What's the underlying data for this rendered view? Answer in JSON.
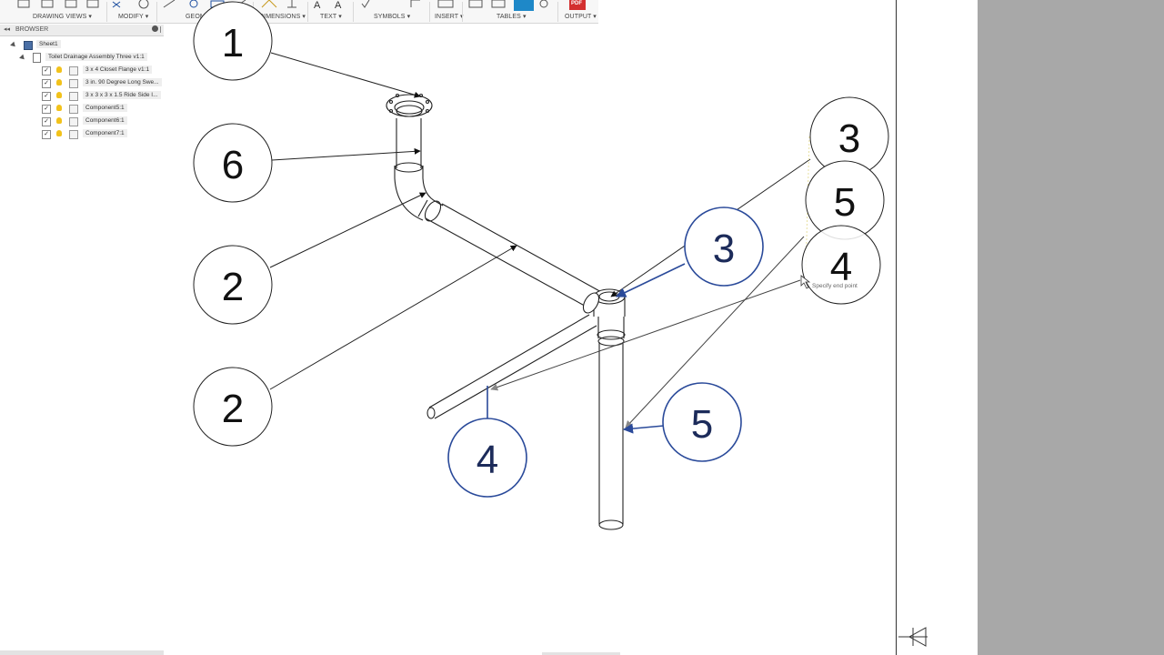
{
  "toolbar": {
    "groups": [
      {
        "label": "DRAWING VIEWS ▾"
      },
      {
        "label": "MODIFY ▾"
      },
      {
        "label": "GEOMETRY ▾"
      },
      {
        "label": "DIMENSIONS ▾"
      },
      {
        "label": "TEXT ▾"
      },
      {
        "label": "SYMBOLS ▾"
      },
      {
        "label": "INSERT ▾"
      },
      {
        "label": "TABLES ▾"
      },
      {
        "label": "OUTPUT ▾"
      }
    ],
    "output_icon_text": "PDF",
    "accent_color": "#1e88c8"
  },
  "browser": {
    "title": "BROWSER",
    "sheet": "Sheet1",
    "assembly": "Toilet Drainage Assembly Three v1:1",
    "components": [
      "3 x 4 Closet Flange v1:1",
      "3 in. 90 Degree Long Swe...",
      "3 x 3 x 3 x 1.5 Ride Side I...",
      "Component5:1",
      "Component6:1",
      "Component7:1"
    ]
  },
  "balloons": {
    "b1": "1",
    "b6": "6",
    "b2a": "2",
    "b2b": "2",
    "b3_top": "3",
    "b5_top": "5",
    "b4_top": "4",
    "b3_selected": "3",
    "b5_selected": "5",
    "b4_selected": "4"
  },
  "tooltip": "Specify end point",
  "colors": {
    "selected_balloon": "#2a4a9a",
    "drawing_line": "#222222",
    "sheet_margin": "#a8a8a8"
  }
}
